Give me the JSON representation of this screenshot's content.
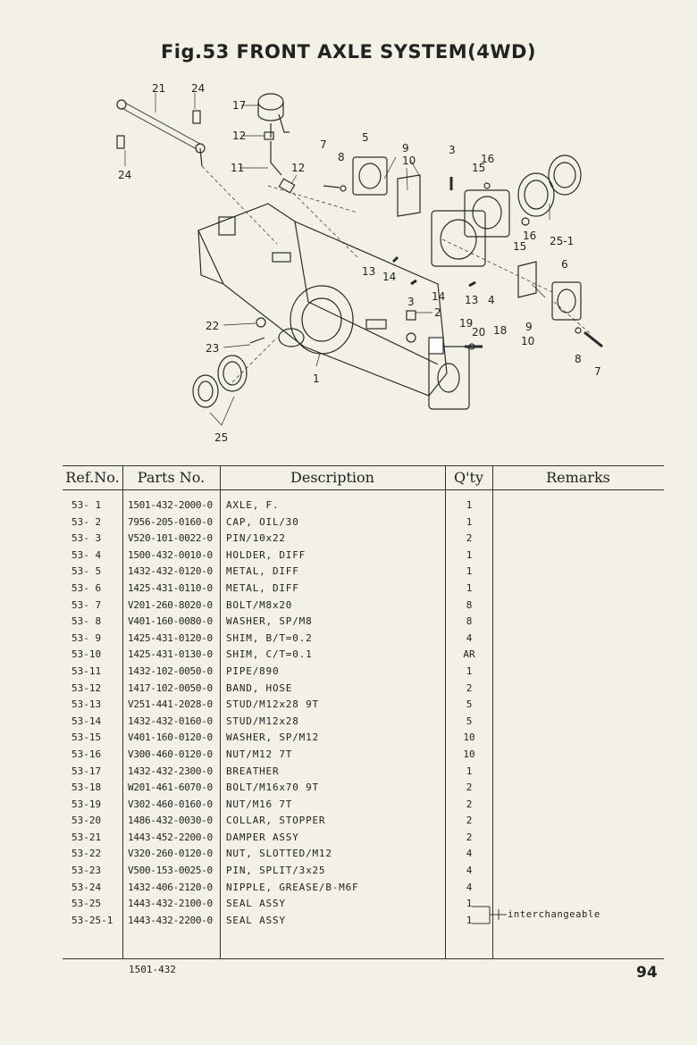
{
  "title": "Fig.53   FRONT AXLE SYSTEM(4WD)",
  "diagram_callouts": [
    "21",
    "24",
    "24",
    "17",
    "12",
    "11",
    "12",
    "7",
    "8",
    "5",
    "9",
    "10",
    "3",
    "16",
    "15",
    "16",
    "15",
    "25-1",
    "13",
    "14",
    "14",
    "13",
    "4",
    "6",
    "9",
    "10",
    "8",
    "7",
    "22",
    "23",
    "1",
    "3",
    "2",
    "19",
    "20",
    "18",
    "25"
  ],
  "table": {
    "headers": [
      "Ref.No.",
      "Parts  No.",
      "Description",
      "Q'ty",
      "Remarks"
    ],
    "rows": [
      {
        "ref": "53- 1",
        "part": "1501-432-2000-0",
        "desc": "AXLE, F.",
        "qty": "1"
      },
      {
        "ref": "53- 2",
        "part": "7956-205-0160-0",
        "desc": "CAP, OIL/30",
        "qty": "1"
      },
      {
        "ref": "53- 3",
        "part": "V520-101-0022-0",
        "desc": "PIN/10x22",
        "qty": "2"
      },
      {
        "ref": "53- 4",
        "part": "1500-432-0010-0",
        "desc": "HOLDER, DIFF",
        "qty": "1"
      },
      {
        "ref": "53- 5",
        "part": "1432-432-0120-0",
        "desc": "METAL, DIFF",
        "qty": "1"
      },
      {
        "ref": "53- 6",
        "part": "1425-431-0110-0",
        "desc": "METAL, DIFF",
        "qty": "1"
      },
      {
        "ref": "53- 7",
        "part": "V201-260-8020-0",
        "desc": "BOLT/M8x20",
        "qty": "8"
      },
      {
        "ref": "53- 8",
        "part": "V401-160-0080-0",
        "desc": "WASHER, SP/M8",
        "qty": "8"
      },
      {
        "ref": "53- 9",
        "part": "1425-431-0120-0",
        "desc": "SHIM, B/T=0.2",
        "qty": "4"
      },
      {
        "ref": "53-10",
        "part": "1425-431-0130-0",
        "desc": "SHIM, C/T=0.1",
        "qty": "AR"
      },
      {
        "ref": "53-11",
        "part": "1432-102-0050-0",
        "desc": "PIPE/890",
        "qty": "1"
      },
      {
        "ref": "53-12",
        "part": "1417-102-0050-0",
        "desc": "BAND, HOSE",
        "qty": "2"
      },
      {
        "ref": "53-13",
        "part": "V251-441-2028-0",
        "desc": "STUD/M12x28 9T",
        "qty": "5"
      },
      {
        "ref": "53-14",
        "part": "1432-432-0160-0",
        "desc": "STUD/M12x28",
        "qty": "5"
      },
      {
        "ref": "53-15",
        "part": "V401-160-0120-0",
        "desc": "WASHER, SP/M12",
        "qty": "10"
      },
      {
        "ref": "53-16",
        "part": "V300-460-0120-0",
        "desc": "NUT/M12 7T",
        "qty": "10"
      },
      {
        "ref": "53-17",
        "part": "1432-432-2300-0",
        "desc": "BREATHER",
        "qty": "1"
      },
      {
        "ref": "53-18",
        "part": "W201-461-6070-0",
        "desc": "BOLT/M16x70 9T",
        "qty": "2"
      },
      {
        "ref": "53-19",
        "part": "V302-460-0160-0",
        "desc": "NUT/M16 7T",
        "qty": "2"
      },
      {
        "ref": "53-20",
        "part": "1486-432-0030-0",
        "desc": "COLLAR, STOPPER",
        "qty": "2"
      },
      {
        "ref": "53-21",
        "part": "1443-452-2200-0",
        "desc": "DAMPER ASSY",
        "qty": "2"
      },
      {
        "ref": "53-22",
        "part": "V320-260-0120-0",
        "desc": "NUT, SLOTTED/M12",
        "qty": "4"
      },
      {
        "ref": "53-23",
        "part": "V500-153-0025-0",
        "desc": "PIN, SPLIT/3x25",
        "qty": "4"
      },
      {
        "ref": "53-24",
        "part": "1432-406-2120-0",
        "desc": "NIPPLE, GREASE/B-M6F",
        "qty": "4"
      },
      {
        "ref": "53-25",
        "part": "1443-432-2100-0",
        "desc": "SEAL ASSY",
        "qty": "1"
      },
      {
        "ref": "53-25-1",
        "part": "1443-432-2200-0",
        "desc": "SEAL ASSY",
        "qty": "1"
      }
    ],
    "remark_note": "interchangeable"
  },
  "footer": {
    "code": "1501-432",
    "page": "94"
  }
}
